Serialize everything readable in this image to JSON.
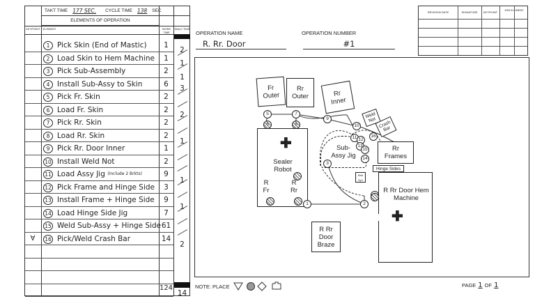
{
  "header": {
    "takt_label": "TAKT TIME",
    "takt_value": "177 SEC.",
    "cycle_label": "CYCLE TIME",
    "cycle_value": "138",
    "sec_label": "SEC",
    "elements_title": "ELEMENTS OF OPERATION"
  },
  "columns": {
    "keypoint": "KEYPOINT",
    "element": "ELEMENT",
    "work": "WORK TIME",
    "walk": "WALK TIME"
  },
  "rows": [
    {
      "mark": "",
      "num": "1",
      "desc": "Pick Skin (End of Mastic)",
      "note": "",
      "work": "1"
    },
    {
      "mark": "",
      "num": "2",
      "desc": "Load Skin to Hem Machine",
      "note": "",
      "work": "1"
    },
    {
      "mark": "",
      "num": "3",
      "desc": "Pick Sub-Assembly",
      "note": "",
      "work": "2"
    },
    {
      "mark": "",
      "num": "4",
      "desc": "Install Sub-Assy to Skin",
      "note": "",
      "work": "6"
    },
    {
      "mark": "",
      "num": "5",
      "desc": "Pick Fr. Skin",
      "note": "",
      "work": "2"
    },
    {
      "mark": "",
      "num": "6",
      "desc": "Load Fr. Skin",
      "note": "",
      "work": "2"
    },
    {
      "mark": "",
      "num": "7",
      "desc": "Pick Rr. Skin",
      "note": "",
      "work": "2"
    },
    {
      "mark": "",
      "num": "8",
      "desc": "Load Rr. Skin",
      "note": "",
      "work": "2"
    },
    {
      "mark": "",
      "num": "9",
      "desc": "Pick Rr. Door Inner",
      "note": "",
      "work": "1"
    },
    {
      "mark": "",
      "num": "10",
      "desc": "Install Weld Not",
      "note": "",
      "work": "2"
    },
    {
      "mark": "",
      "num": "11",
      "desc": "Load Assy Jig",
      "note": "(Include 2 Brkts)",
      "work": "9"
    },
    {
      "mark": "",
      "num": "12",
      "desc": "Pick Frame and Hinge Side",
      "note": "",
      "work": "3"
    },
    {
      "mark": "",
      "num": "13",
      "desc": "Install Frame + Hinge Side",
      "note": "",
      "work": "9"
    },
    {
      "mark": "",
      "num": "14",
      "desc": "Load Hinge Side Jig",
      "note": "",
      "work": "7"
    },
    {
      "mark": "",
      "num": "15",
      "desc": "Weld Sub-Assy + Hinge Side",
      "note": "",
      "work": "61"
    },
    {
      "mark": "∀",
      "num": "16",
      "desc": "Pick/Weld Crash Bar",
      "note": "",
      "work": "14"
    }
  ],
  "walk_values": [
    "2",
    "1",
    "1",
    "3",
    "2",
    "1",
    "1",
    "1",
    "2"
  ],
  "totals": {
    "work": "124",
    "walk": "14"
  },
  "revision": {
    "date": "REVISION DATE",
    "signature": "SIGNATURE",
    "keypoint": "KEYPOINT",
    "job": "JOB ELEMENT"
  },
  "operation": {
    "name_label": "OPERATION NAME",
    "name_value": "R. Rr. Door",
    "number_label": "OPERATION NUMBER",
    "number_value": "#1"
  },
  "diagram": {
    "fr_outer": "Fr Outer",
    "rr_outer": "Rr Outer",
    "rr_inner": "Rr Inner",
    "weld_not": "Weld Not",
    "crash_bar": "Crash Bar",
    "sealer_robot": "Sealer Robot",
    "r_fr": "R Fr",
    "r_rr": "R Rr",
    "subassy_jig": "Sub-Assy Jig",
    "rr_frames": "Rr Frames",
    "hinge_sides": "Hinge Sides",
    "hem_machine": "R Rr Door Hem Machine",
    "door_braze": "R Rr Door Braze",
    "brkt": "Brkt Sp1"
  },
  "footer": {
    "note_label": "NOTE: PLACE",
    "page_label": "PAGE",
    "page_num": "1",
    "of_label": "OF",
    "page_total": "1"
  }
}
